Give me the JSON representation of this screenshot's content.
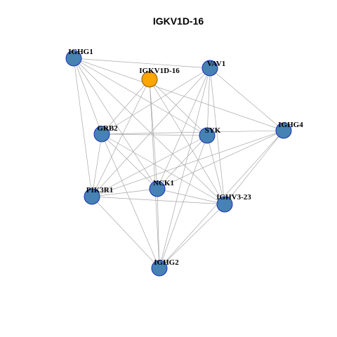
{
  "title": "IGKV1D-16",
  "colors": {
    "edge": "#a8a8a8",
    "node_fill": "#4682b4",
    "node_border": "#1c2fb8",
    "focus_fill": "#ffa500",
    "focus_border": "#8a5a00"
  },
  "nodes": [
    {
      "id": "IGHG1",
      "label": "IGHG1",
      "focus": false
    },
    {
      "id": "IGKV1D-16",
      "label": "IGKV1D-16",
      "focus": true
    },
    {
      "id": "VAV1",
      "label": "VAV1",
      "focus": false
    },
    {
      "id": "GRB2",
      "label": "GRB2",
      "focus": false
    },
    {
      "id": "SYK",
      "label": "SYK",
      "focus": false
    },
    {
      "id": "IGHG4",
      "label": "IGHG4",
      "focus": false
    },
    {
      "id": "NCK1",
      "label": "NCK1",
      "focus": false
    },
    {
      "id": "PIK3R1",
      "label": "PIK3R1",
      "focus": false
    },
    {
      "id": "IGHV3-23",
      "label": "IGHV3-23",
      "focus": false
    },
    {
      "id": "IGHG2",
      "label": "IGHG2",
      "focus": false
    }
  ],
  "edges": [
    [
      "IGHG1",
      "VAV1"
    ],
    [
      "IGHG1",
      "SYK"
    ],
    [
      "IGHG1",
      "GRB2"
    ],
    [
      "IGHG1",
      "NCK1"
    ],
    [
      "IGHG1",
      "PIK3R1"
    ],
    [
      "IGHG1",
      "IGHV3-23"
    ],
    [
      "IGHG1",
      "IGHG4"
    ],
    [
      "IGKV1D-16",
      "GRB2"
    ],
    [
      "IGKV1D-16",
      "NCK1"
    ],
    [
      "IGKV1D-16",
      "PIK3R1"
    ],
    [
      "IGKV1D-16",
      "IGHG2"
    ],
    [
      "IGKV1D-16",
      "SYK"
    ],
    [
      "IGKV1D-16",
      "IGHV3-23"
    ],
    [
      "VAV1",
      "GRB2"
    ],
    [
      "VAV1",
      "SYK"
    ],
    [
      "VAV1",
      "NCK1"
    ],
    [
      "VAV1",
      "PIK3R1"
    ],
    [
      "VAV1",
      "IGHG2"
    ],
    [
      "VAV1",
      "IGHG4"
    ],
    [
      "VAV1",
      "IGHV3-23"
    ],
    [
      "GRB2",
      "SYK"
    ],
    [
      "GRB2",
      "IGHG4"
    ],
    [
      "GRB2",
      "NCK1"
    ],
    [
      "GRB2",
      "PIK3R1"
    ],
    [
      "GRB2",
      "IGHV3-23"
    ],
    [
      "GRB2",
      "IGHG2"
    ],
    [
      "SYK",
      "NCK1"
    ],
    [
      "SYK",
      "PIK3R1"
    ],
    [
      "SYK",
      "IGHV3-23"
    ],
    [
      "SYK",
      "IGHG2"
    ],
    [
      "IGHG4",
      "NCK1"
    ],
    [
      "IGHG4",
      "PIK3R1"
    ],
    [
      "IGHG4",
      "IGHV3-23"
    ],
    [
      "IGHG4",
      "IGHG2"
    ],
    [
      "NCK1",
      "PIK3R1"
    ],
    [
      "NCK1",
      "IGHV3-23"
    ],
    [
      "NCK1",
      "IGHG2"
    ],
    [
      "PIK3R1",
      "IGHV3-23"
    ],
    [
      "PIK3R1",
      "IGHG2"
    ],
    [
      "IGHV3-23",
      "IGHG2"
    ]
  ]
}
